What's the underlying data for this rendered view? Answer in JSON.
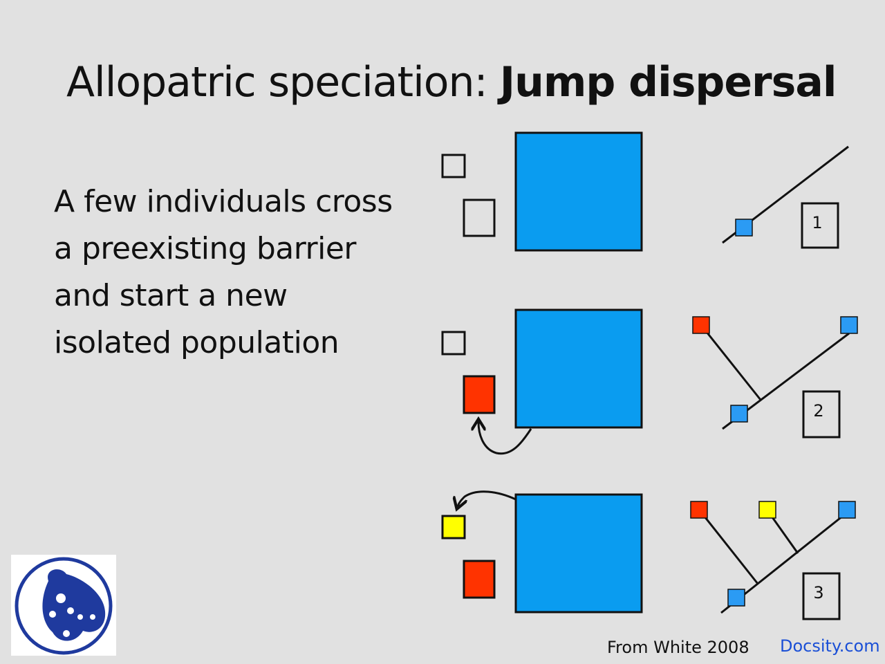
{
  "slide": {
    "title_regular": "Allopatric speciation: ",
    "title_bold": "Jump dispersal",
    "body_lines": [
      "A few individuals cross",
      "a preexisting barrier",
      "and start a new",
      "isolated population"
    ],
    "credit": "From White 2008",
    "watermark": "Docsity.com"
  },
  "diagram": {
    "panels": [
      {
        "label": "1"
      },
      {
        "label": "2"
      },
      {
        "label": "3"
      }
    ],
    "colors": {
      "blue": "#0a9cf0",
      "red": "#ff3300",
      "yellow": "#ffff00",
      "tip_blue": "#2b9bf4",
      "outline": "#111111"
    }
  },
  "logo": {
    "icon": "docsity-logo-icon",
    "color": "#1f3a9e"
  }
}
